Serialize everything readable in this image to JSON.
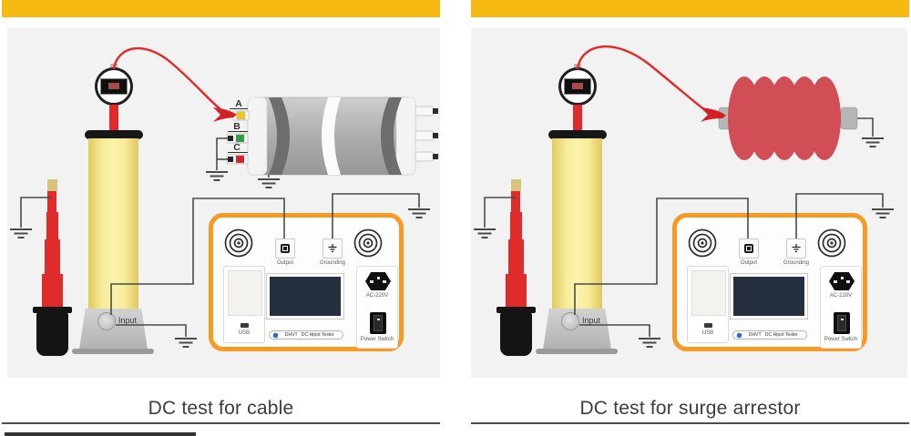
{
  "panels": [
    {
      "caption": "DC test for cable"
    },
    {
      "caption": "DC test for surge arrestor"
    }
  ],
  "cable": {
    "phases": [
      {
        "label": "A",
        "color": "#F2C71D"
      },
      {
        "label": "B",
        "color": "#2F9E44"
      },
      {
        "label": "C",
        "color": "#D3222A"
      }
    ]
  },
  "cylinder": {
    "input_label": "Input"
  },
  "tester": {
    "output_label": "Output",
    "grounding_label": "Grounding",
    "usb_label": "USB",
    "ac_label": "AC-220V",
    "power_label": "Power Switch",
    "brand_label": "DHVT   DC Hipot Tester"
  },
  "colors": {
    "header_yellow": "#F7BA12",
    "tester_orange": "#F59A23",
    "hv_red": "#E02B2B",
    "arrestor_red": "#D14E57",
    "cylinder_yellow": "#F7EC9A",
    "panel_bg": "#F2F2F3"
  }
}
